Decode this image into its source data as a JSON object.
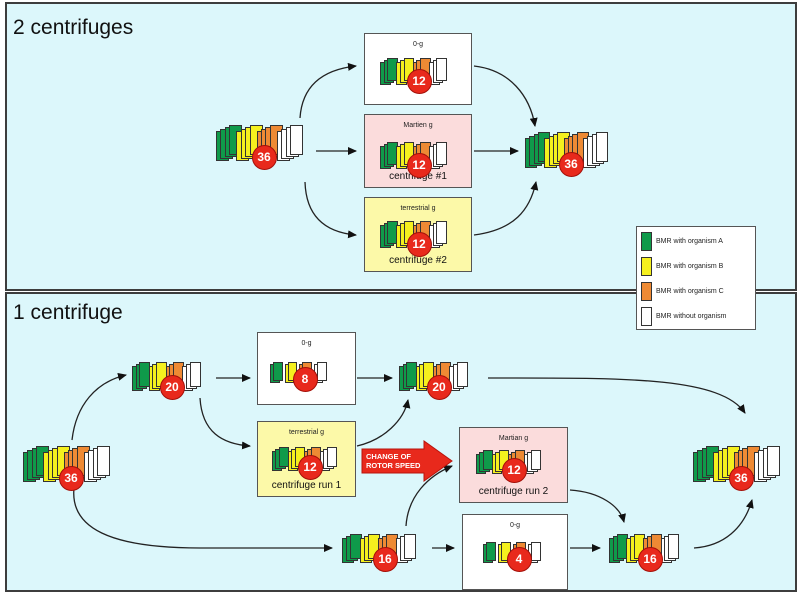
{
  "panels": {
    "two": {
      "title": "2 centrifuges"
    },
    "one": {
      "title": "1 centrifuge"
    }
  },
  "condition_boxes": {
    "top_0g": {
      "top": "0-g",
      "bottom": ""
    },
    "top_martian": {
      "top": "Martien g",
      "bottom": "centrifuge #1"
    },
    "top_terrestrial": {
      "top": "terrestrial g",
      "bottom": "centrifuge #2"
    },
    "bot_0g_a": {
      "top": "0-g",
      "bottom": ""
    },
    "bot_terrestrial": {
      "top": "terrestrial g",
      "bottom": "centrifuge run 1"
    },
    "bot_martian": {
      "top": "Martian g",
      "bottom": "centrifuge run 2"
    },
    "bot_0g_b": {
      "top": "0-g",
      "bottom": ""
    }
  },
  "counts": {
    "top_start": "36",
    "top_0g": "12",
    "top_martian": "12",
    "top_terrestrial": "12",
    "top_end": "36",
    "bot_start": "36",
    "bot_upper": "20",
    "bot_0g_a": "8",
    "bot_after_0g": "20",
    "bot_terrestrial": "12",
    "bot_martian": "12",
    "bot_lower": "16",
    "bot_0g_b": "4",
    "bot_after_0g_b": "16",
    "bot_end": "36"
  },
  "legend": {
    "items": [
      {
        "label": "BMR with organism A",
        "color": "#0f9a4a"
      },
      {
        "label": "BMR with organism B",
        "color": "#f5f01e"
      },
      {
        "label": "BMR with organism C",
        "color": "#ee8a34"
      },
      {
        "label": "BMR without organism",
        "color": "#ffffff"
      }
    ]
  },
  "rotor_arrow": {
    "line1": "CHANGE OF",
    "line2": "ROTOR SPEED",
    "color": "#e8291c"
  },
  "colors": {
    "panel_bg": "#dcf7fb",
    "white_box": "#ffffff",
    "pink_box": "#fbdcdc",
    "yellow_box": "#fcf9a8"
  }
}
